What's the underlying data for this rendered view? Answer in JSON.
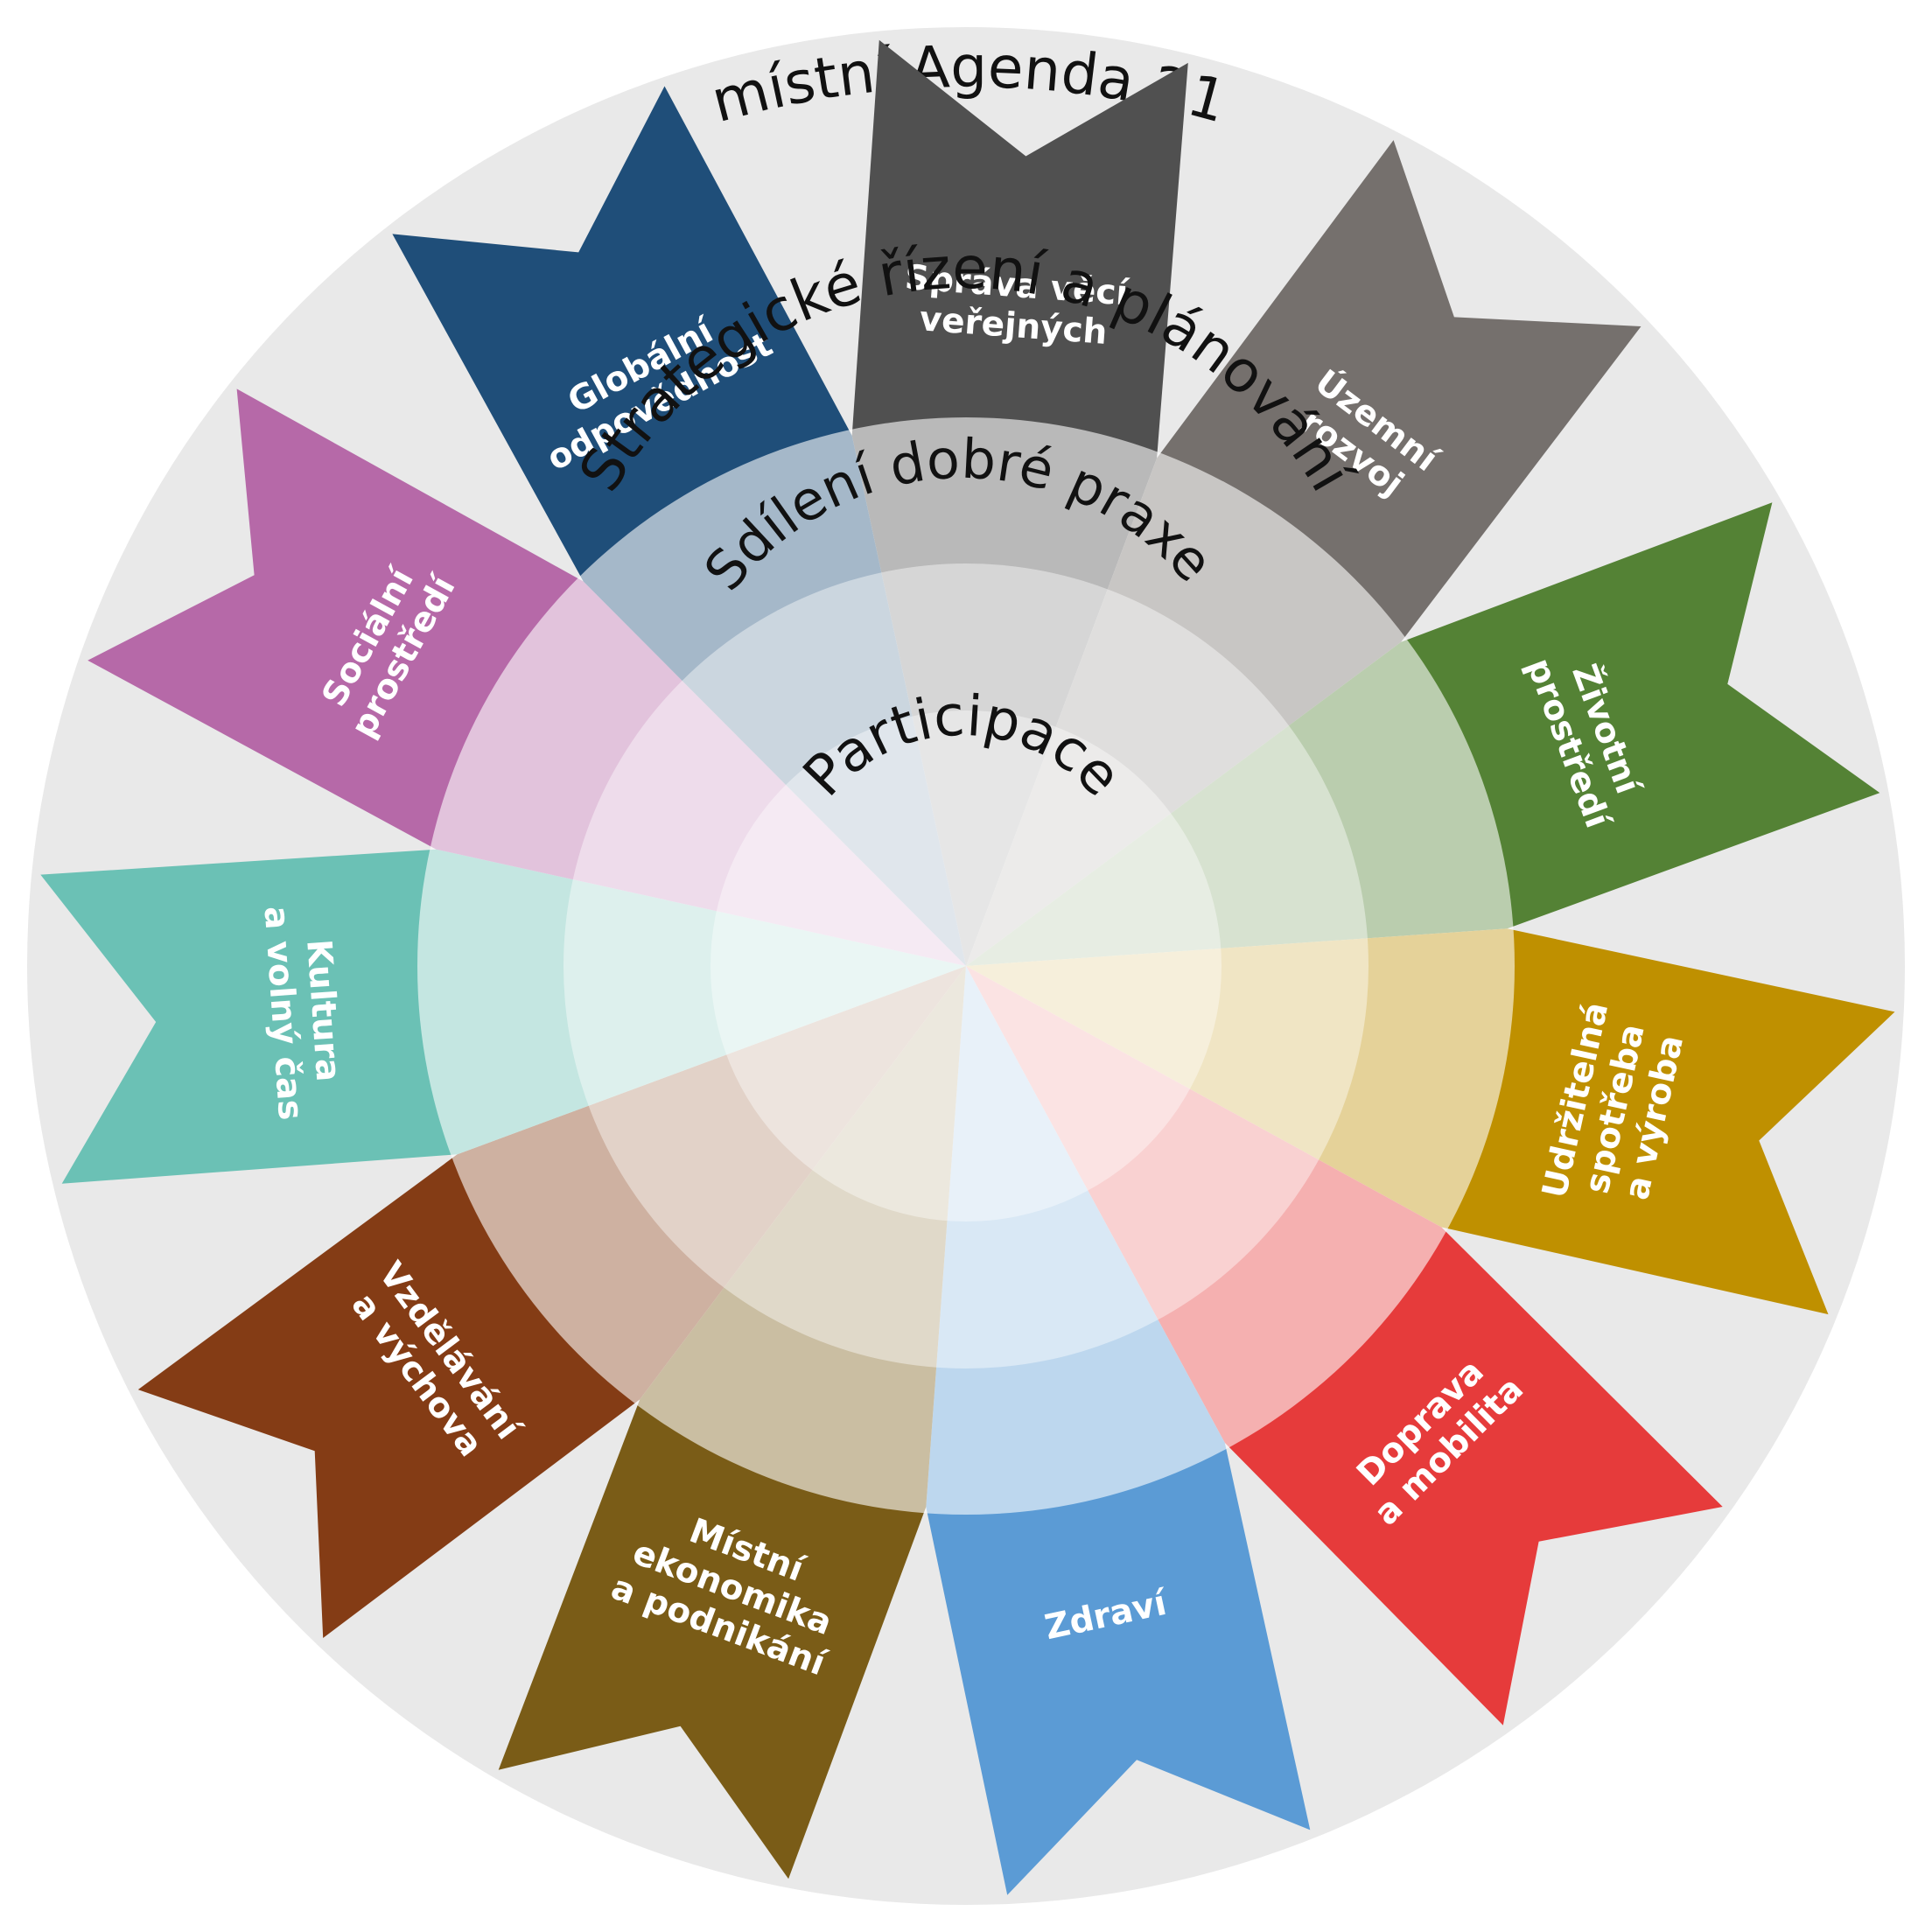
{
  "diagram": {
    "title": "místní Agenda 21",
    "rings": [
      {
        "label": "Strategické řízení a plánování"
      },
      {
        "label": "Sdílení dobré praxe"
      },
      {
        "label": "Participace"
      }
    ],
    "ribbons": [
      {
        "name": "sprava-veci-verejnych",
        "lines": [
          "Správa věcí",
          "veřejných"
        ],
        "color": "#505050"
      },
      {
        "name": "uzemni-rozvoj",
        "lines": [
          "Územní",
          "rozvoj"
        ],
        "color": "#75706d"
      },
      {
        "name": "zivotni-prostredi",
        "lines": [
          "Životní",
          "prostředí"
        ],
        "color": "#548235"
      },
      {
        "name": "udrzitelna-spotreba-a-vyroba",
        "lines": [
          "Udržitelná",
          "spotřeba",
          "a výroba"
        ],
        "color": "#bf9000"
      },
      {
        "name": "doprava-a-mobilita",
        "lines": [
          "Doprava",
          "a mobilita"
        ],
        "color": "#e63b3b"
      },
      {
        "name": "zdravi",
        "lines": [
          "Zdraví"
        ],
        "color": "#5b9bd5"
      },
      {
        "name": "mistni-ekonomika-a-podnikani",
        "lines": [
          "Místní",
          "ekonomika",
          "a podnikání"
        ],
        "color": "#7a5c17"
      },
      {
        "name": "vzdelavani-a-vychova",
        "lines": [
          "Vzdělávání",
          "a výchova"
        ],
        "color": "#843c15"
      },
      {
        "name": "kultura-a-volny-cas",
        "lines": [
          "Kultura",
          "a volný čas"
        ],
        "color": "#6bc1b5"
      },
      {
        "name": "socialni-prostredi",
        "lines": [
          "Sociální",
          "prostředí"
        ],
        "color": "#b669a8"
      },
      {
        "name": "globalni-odpovednost",
        "lines": [
          "Globální",
          "odpovědnost"
        ],
        "color": "#1f4e79"
      }
    ]
  }
}
